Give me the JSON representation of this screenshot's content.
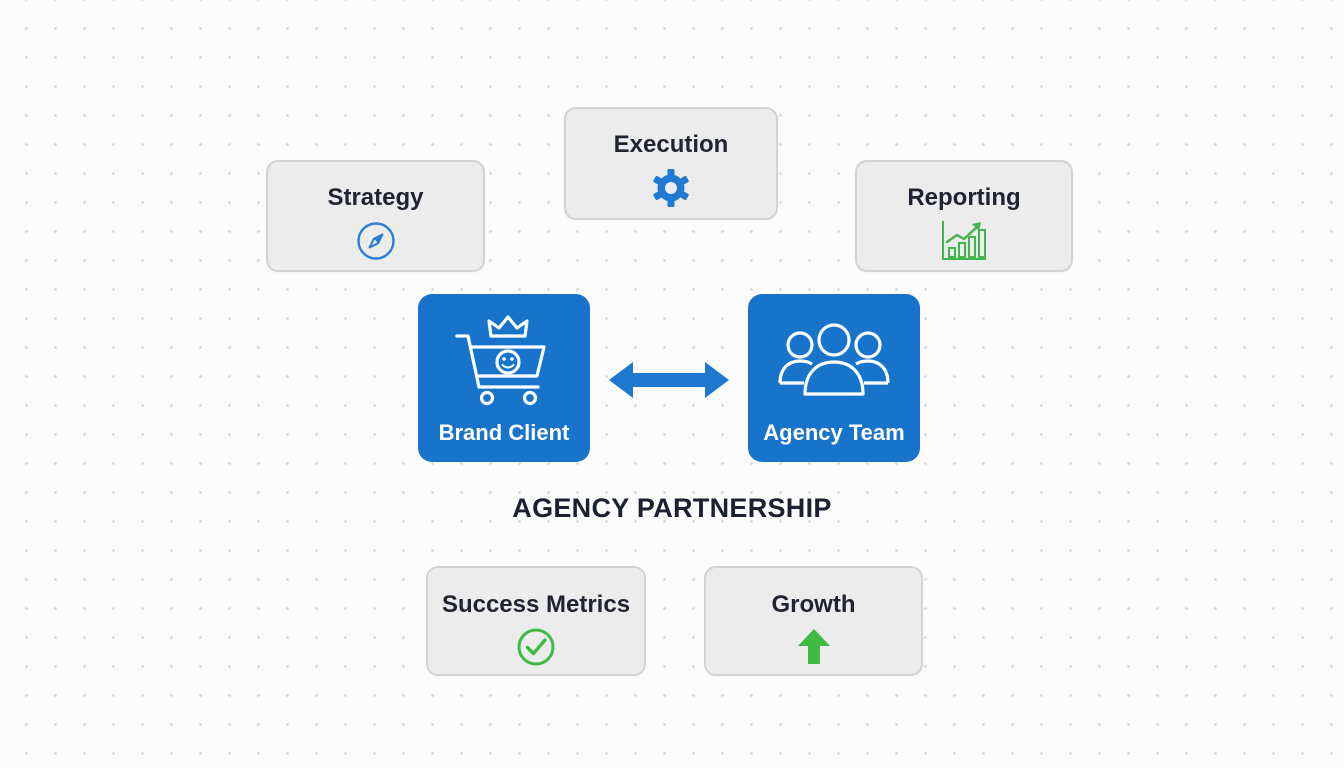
{
  "diagram": {
    "center_label": "AGENCY PARTNERSHIP",
    "parties": {
      "brand": {
        "label": "Brand Client",
        "icon": "crowned-shopping-cart-icon"
      },
      "agency": {
        "label": "Agency Team",
        "icon": "team-people-icon"
      }
    },
    "connector": {
      "icon": "double-headed-arrow-icon"
    },
    "phases": {
      "strategy": {
        "label": "Strategy",
        "icon": "compass-icon"
      },
      "execution": {
        "label": "Execution",
        "icon": "gear-icon"
      },
      "reporting": {
        "label": "Reporting",
        "icon": "rising-bar-chart-icon"
      }
    },
    "outcomes": {
      "success": {
        "label": "Success Metrics",
        "icon": "check-circle-icon"
      },
      "growth": {
        "label": "Growth",
        "icon": "up-arrow-icon"
      }
    }
  },
  "colors": {
    "primary_blue": "#1874cb",
    "success_green": "#3fba45",
    "card_background": "#ececed",
    "card_border": "#d2d3d6",
    "text_dark": "#1f2430"
  }
}
